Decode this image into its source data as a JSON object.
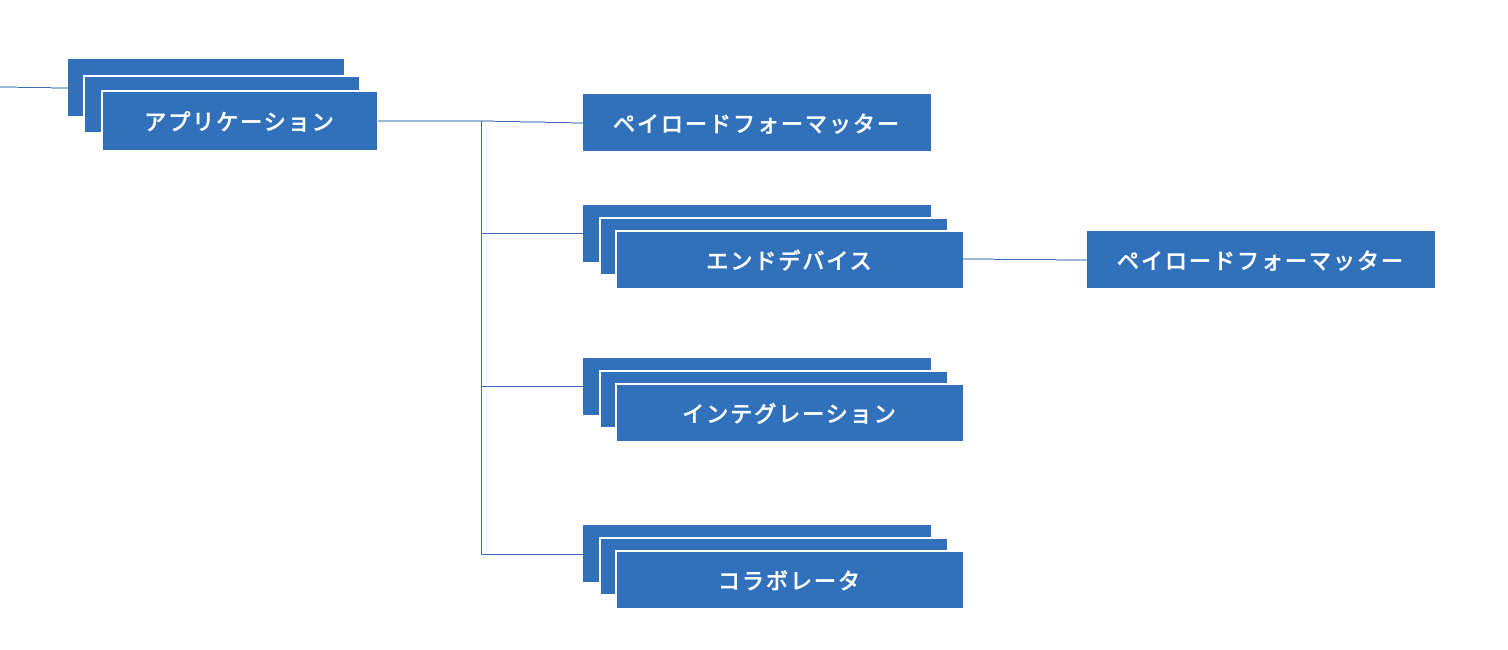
{
  "diagram": {
    "colors": {
      "box": "#3170ba",
      "line": "#3a70b3",
      "text": "#ffffff"
    },
    "nodes": {
      "application": "アプリケーション",
      "payload_formatter_top": "ペイロードフォーマッター",
      "end_device": "エンドデバイス",
      "payload_formatter_right": "ペイロードフォーマッター",
      "integration": "インテグレーション",
      "collaborator": "コラボレータ"
    }
  }
}
